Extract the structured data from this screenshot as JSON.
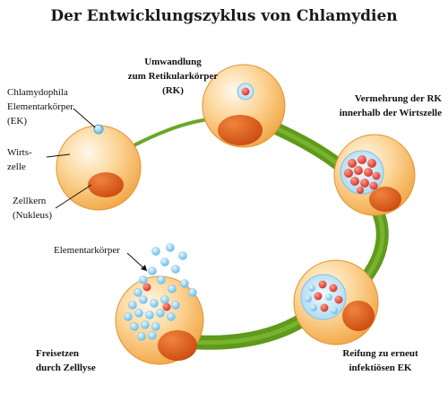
{
  "title": "Der Entwicklungszyklus von Chlamydien",
  "labels": {
    "ek_line1": "Chlamydophila",
    "ek_line2": "Elementarkörper",
    "ek_line3": "(EK)",
    "wirt_line1": "Wirts-",
    "wirt_line2": "zelle",
    "kern_line1": "Zellkern",
    "kern_line2": "(Nukleus)",
    "step1_line1": "Umwandlung",
    "step1_line2": "zum Retikularkörper",
    "step1_line3": "(RK)",
    "step2_line1": "Vermehrung der RK",
    "step2_line2": "innerhalb der Wirtszelle",
    "step3_line1": "Reifung zu erneut",
    "step3_line2": "infektiösen EK",
    "step4_line1": "Freisetzen",
    "step4_line2": "durch Zelllyse",
    "released_label": "Elementarkörper"
  },
  "colors": {
    "cell_fill": "#f8b24f",
    "cell_highlight": "#fff6e4",
    "nucleus": "#d8561a",
    "cycle_arrow": "#5f9a1c",
    "ek_blue": "#8fd0ef",
    "rk_red": "#e6483c"
  }
}
